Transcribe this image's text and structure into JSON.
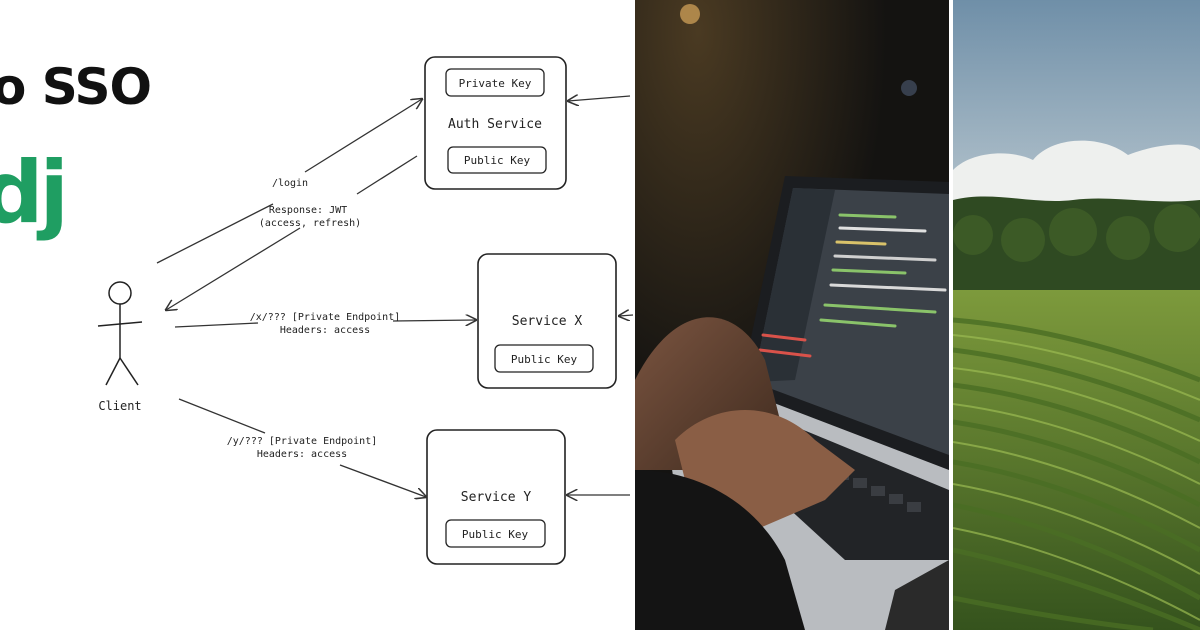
{
  "diagram": {
    "headline": "o SSO",
    "brand_mark": "dj",
    "nodes": {
      "auth": {
        "title": "Auth Service",
        "private_key": "Private Key",
        "public_key": "Public Key"
      },
      "service_x": {
        "title": "Service X",
        "public_key": "Public Key"
      },
      "service_y": {
        "title": "Service Y",
        "public_key": "Public Key"
      }
    },
    "client_label": "Client",
    "edges": {
      "login": "/login",
      "response_line1": "Response: JWT",
      "response_line2": "(access, refresh)",
      "x_request_line1": "/x/??? [Private Endpoint]",
      "x_request_line2": "Headers: access",
      "y_request_line1": "/y/??? [Private Endpoint]",
      "y_request_line2": "Headers: access"
    }
  },
  "photos": {
    "laptop": "laptop-coding-photo",
    "vineyard": "vineyard-landscape-photo"
  },
  "colors": {
    "brand_green": "#1f9e62",
    "ink": "#222222"
  }
}
